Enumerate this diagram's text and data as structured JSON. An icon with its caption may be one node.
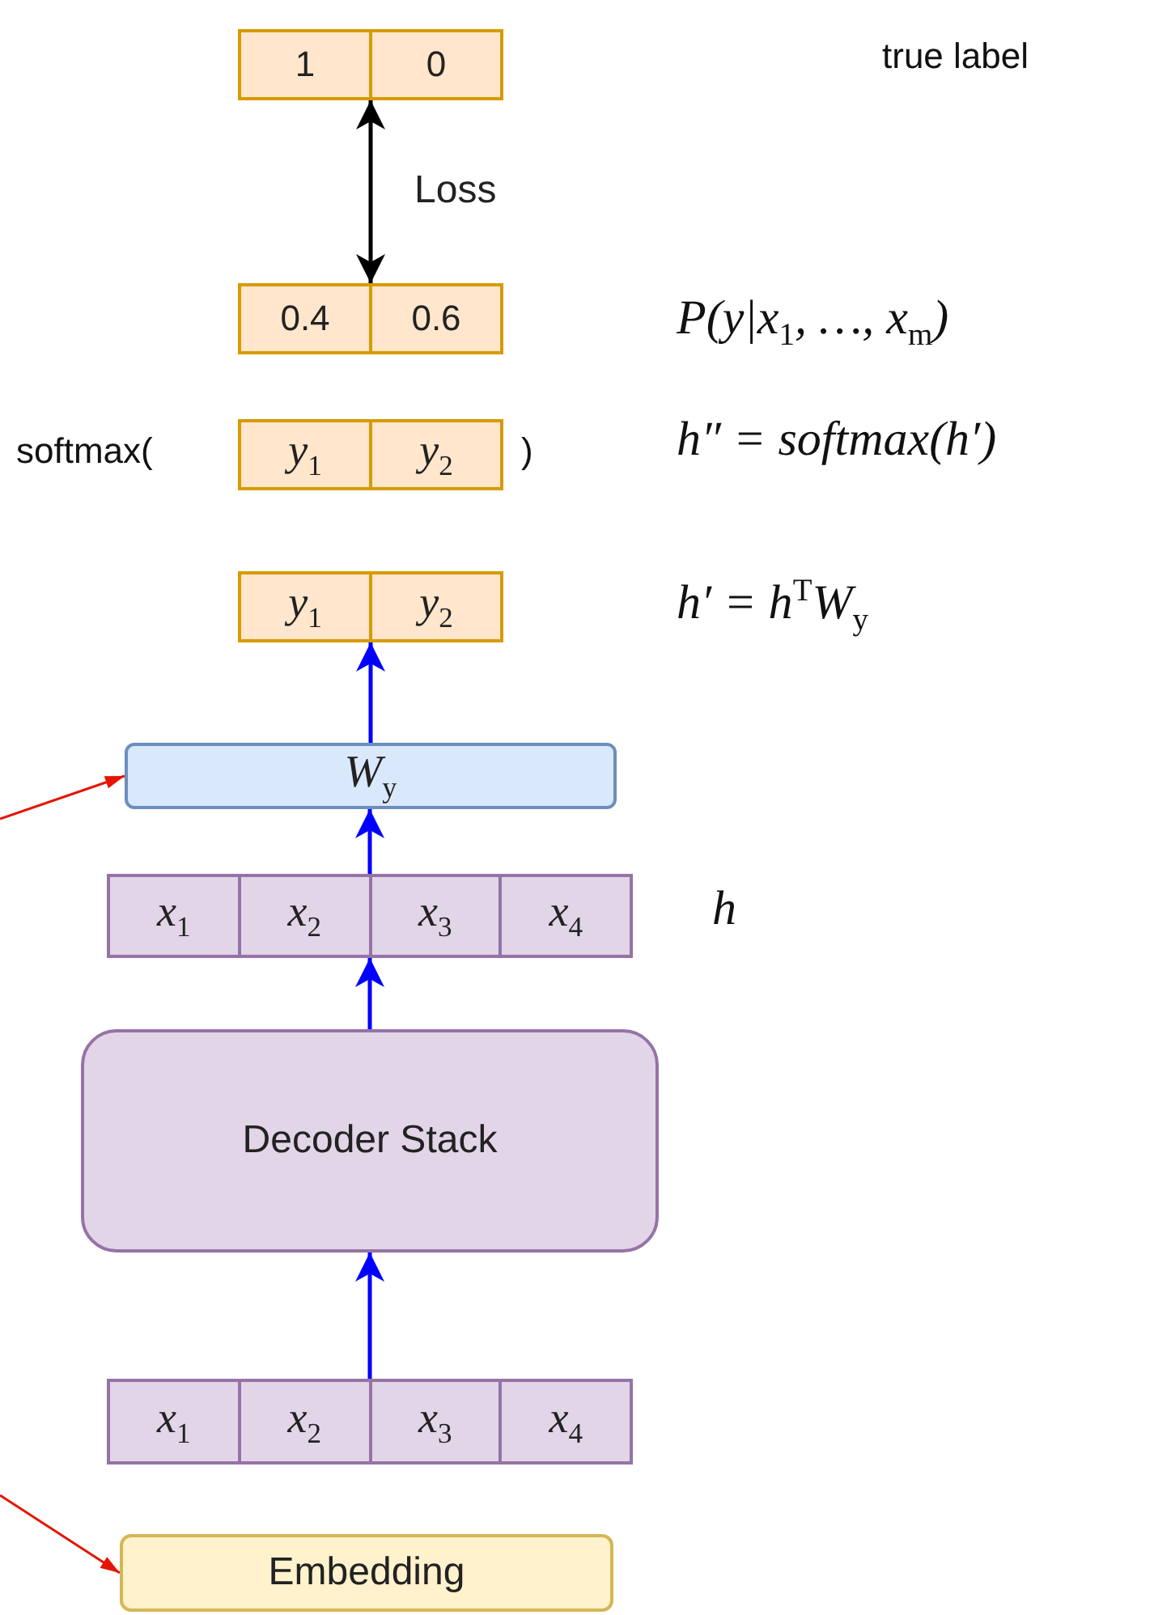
{
  "diagram": {
    "nodes": [
      {
        "text": [],
        "shape": "box"
      },
      {
        "text": [
          "1"
        ],
        "in": 0
      },
      {
        "text": [
          "0"
        ],
        "in": 0
      },
      {
        "text": [],
        "shape": "box",
        "beside": [
          "P(y|x$_{1}$, …, x$_{m}$)"
        ]
      },
      {
        "text": [
          "0.4"
        ],
        "in": 3
      },
      {
        "text": [
          "0.6"
        ],
        "in": 3
      },
      {
        "text": [],
        "shape": "box",
        "beside": [
          "softmax(",
          ")",
          "h″ = softmax(h′)"
        ]
      },
      {
        "text": [
          "y$_{1}$"
        ],
        "in": 6
      },
      {
        "text": [
          "y$_{2}$"
        ],
        "in": 6
      },
      {
        "text": [],
        "shape": "box",
        "beside": [
          "h′ = h$^{T}$W$_{y}$"
        ]
      },
      {
        "text": [
          "y$_{1}$"
        ],
        "in": 9
      },
      {
        "text": [
          "y$_{2}$"
        ],
        "in": 9
      },
      {
        "text": [
          "W$_{y}$"
        ]
      },
      {
        "text": [],
        "shape": "box",
        "beside": [
          "h"
        ]
      },
      {
        "text": [
          "x$_{1}$"
        ],
        "in": 13
      },
      {
        "text": [
          "x$_{2}$"
        ],
        "in": 13
      },
      {
        "text": [
          "x$_{3}$"
        ],
        "in": 13
      },
      {
        "text": [
          "x$_{4}$"
        ],
        "in": 13
      },
      {
        "text": [
          "Decoder Stack"
        ]
      },
      {
        "text": [],
        "shape": "box"
      },
      {
        "text": [
          "x$_{1}$"
        ],
        "in": 19
      },
      {
        "text": [
          "x$_{2}$"
        ],
        "in": 19
      },
      {
        "text": [
          "x$_{3}$"
        ],
        "in": 19
      },
      {
        "text": [
          "x$_{4}$"
        ],
        "in": 19
      },
      {
        "text": [
          "Embedding"
        ]
      }
    ],
    "edges": [
      {
        "from": 3,
        "to": 0,
        "arrow": "both",
        "label": "Loss",
        "color": "#000000"
      },
      {
        "from": 12,
        "to": 9,
        "arrow": "to"
      },
      {
        "from": 13,
        "to": 12,
        "arrow": "to"
      },
      {
        "from": 18,
        "to": 13,
        "arrow": "to"
      },
      {
        "from": 19,
        "to": 18,
        "arrow": "to"
      },
      {
        "from": null,
        "to": 12,
        "arrow": "to",
        "color": "#e51400"
      },
      {
        "from": null,
        "to": 24,
        "arrow": "to",
        "color": "#e51400"
      }
    ],
    "labels": [
      "true label"
    ]
  }
}
